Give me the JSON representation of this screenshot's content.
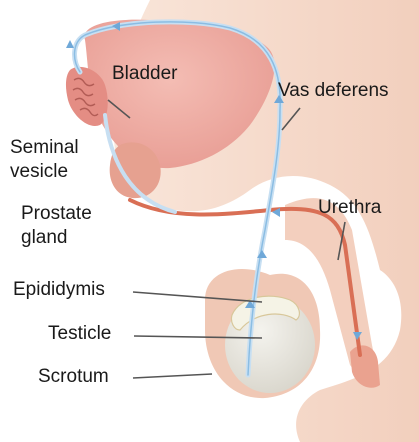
{
  "labels": {
    "bladder": "Bladder",
    "vas_deferens": "Vas deferens",
    "seminal_vesicle_line1": "Seminal",
    "seminal_vesicle_line2": "vesicle",
    "prostate_line1": "Prostate",
    "prostate_line2": "gland",
    "urethra": "Urethra",
    "epididymis": "Epididymis",
    "testicle": "Testicle",
    "scrotum": "Scrotum"
  },
  "colors": {
    "skin": "#f6dccd",
    "skin_shadow": "#eebfae",
    "bladder": "#eda8a0",
    "prostate": "#e9a594",
    "testicle": "#e6e4dc",
    "duct": "#c7dff2",
    "duct_arrow": "#6fa8d8",
    "urethra": "#d96f55",
    "leader": "#555555",
    "text": "#1a1a1a"
  }
}
